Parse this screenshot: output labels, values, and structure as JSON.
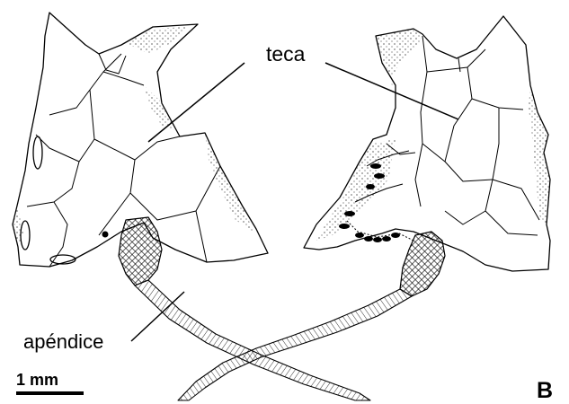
{
  "figure": {
    "labels": {
      "theca": "teca",
      "appendix": "apéndice"
    },
    "scale_bar": {
      "text": "1 mm"
    },
    "panel_letter": "B"
  }
}
